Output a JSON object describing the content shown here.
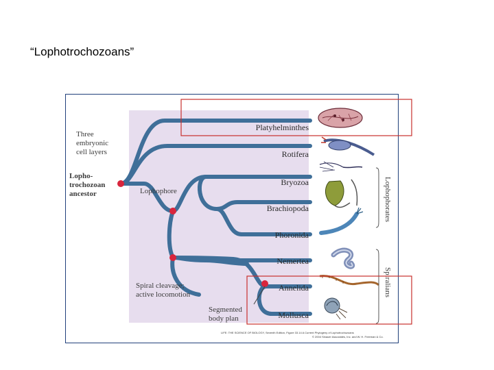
{
  "slide": {
    "title": "“Lophotrochozoans”"
  },
  "tree": {
    "root_label": [
      "Lopho-",
      "trochozoan",
      "ancestor"
    ],
    "note_three": [
      "Three",
      "embryonic",
      "cell layers"
    ],
    "note_lophophore": "Lophophore",
    "note_spiral": [
      "Spiral cleavage;",
      "active locomotion"
    ],
    "note_segmented": [
      "Segmented",
      "body plan"
    ],
    "taxa": [
      "Platyhelminthes",
      "Rotifera",
      "Bryozoa",
      "Brachiopoda",
      "Phoronida",
      "Nemertea",
      "Annelida",
      "Mollusca"
    ],
    "group_lophophorates": "Lophophorates",
    "group_spiralians": "Spiralians"
  },
  "credit": {
    "line1": "LIFE: THE SCIENCE OF BIOLOGY, Seventh Edition, Figure 33.14 A Current Phylogeny of Lophotrochozoans",
    "line2": "© 2004 Sinauer Associates, Inc. and W. H. Freeman & Co."
  },
  "colors": {
    "tree": "#3f6f99",
    "node": "#d8263d",
    "panel": "#e7ddee",
    "highlight": "#c9302c",
    "frame": "#1f3f7a"
  },
  "icons": [
    "flatworm-icon",
    "rotifer-icon",
    "bryozoan-icon",
    "brachiopod-icon",
    "phoronid-icon",
    "nemertean-icon",
    "annelid-icon",
    "mollusc-icon"
  ]
}
